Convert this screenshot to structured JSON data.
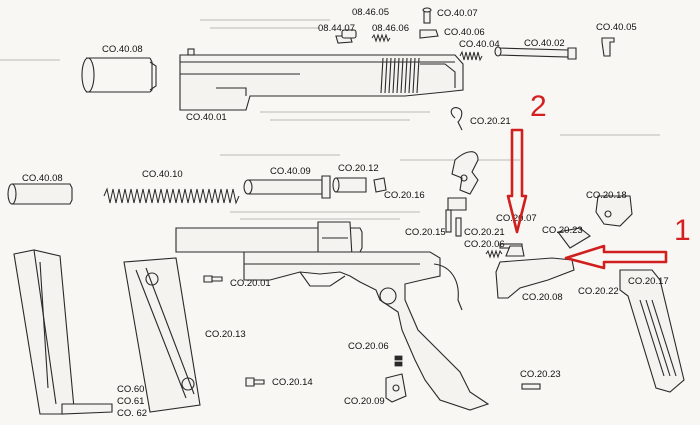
{
  "labels": {
    "co_40_08_top": "CO.40.08",
    "co_40_01": "CO.40.01",
    "l_08_46_05": "08.46.05",
    "l_08_44_07": "08.44.07",
    "l_08_46_06": "08.46.06",
    "co_40_07": "CO.40.07",
    "co_40_06": "CO.40.06",
    "co_40_04": "CO.40.04",
    "co_40_02": "CO.40.02",
    "co_40_05": "CO.40.05",
    "co_20_21_top": "CO.20.21",
    "co_40_08_mid": "CO.40.08",
    "co_40_10": "CO.40.10",
    "co_40_09": "CO.40.09",
    "co_20_12": "CO.20.12",
    "co_20_16": "CO.20.16",
    "co_20_07": "CO.20.07",
    "co_20_18": "CO.20.18",
    "co_20_15": "CO.20.15",
    "co_20_21_mid": "CO.20.21",
    "co_20_06_mid": "CO.20.06",
    "co_20_23_mid": "CO.20.23",
    "co_20_01": "CO.20.01",
    "co_20_08": "CO.20.08",
    "co_20_22": "CO.20.22",
    "co_20_17": "CO.20.17",
    "co_20_13": "CO.20.13",
    "co_20_06_low": "CO.20.06",
    "co_20_14": "CO.20.14",
    "co_20_09": "CO.20.09",
    "co_20_23_low": "CO.20.23",
    "co_60": "CO.60",
    "co_61": "CO.61",
    "co_62": "CO. 62"
  },
  "annotations": {
    "marker_1": "1",
    "marker_2": "2"
  },
  "colors": {
    "ink": "#2a2a2a",
    "annotation_red": "#cf1f1f",
    "paper": "#f8f7f3"
  }
}
